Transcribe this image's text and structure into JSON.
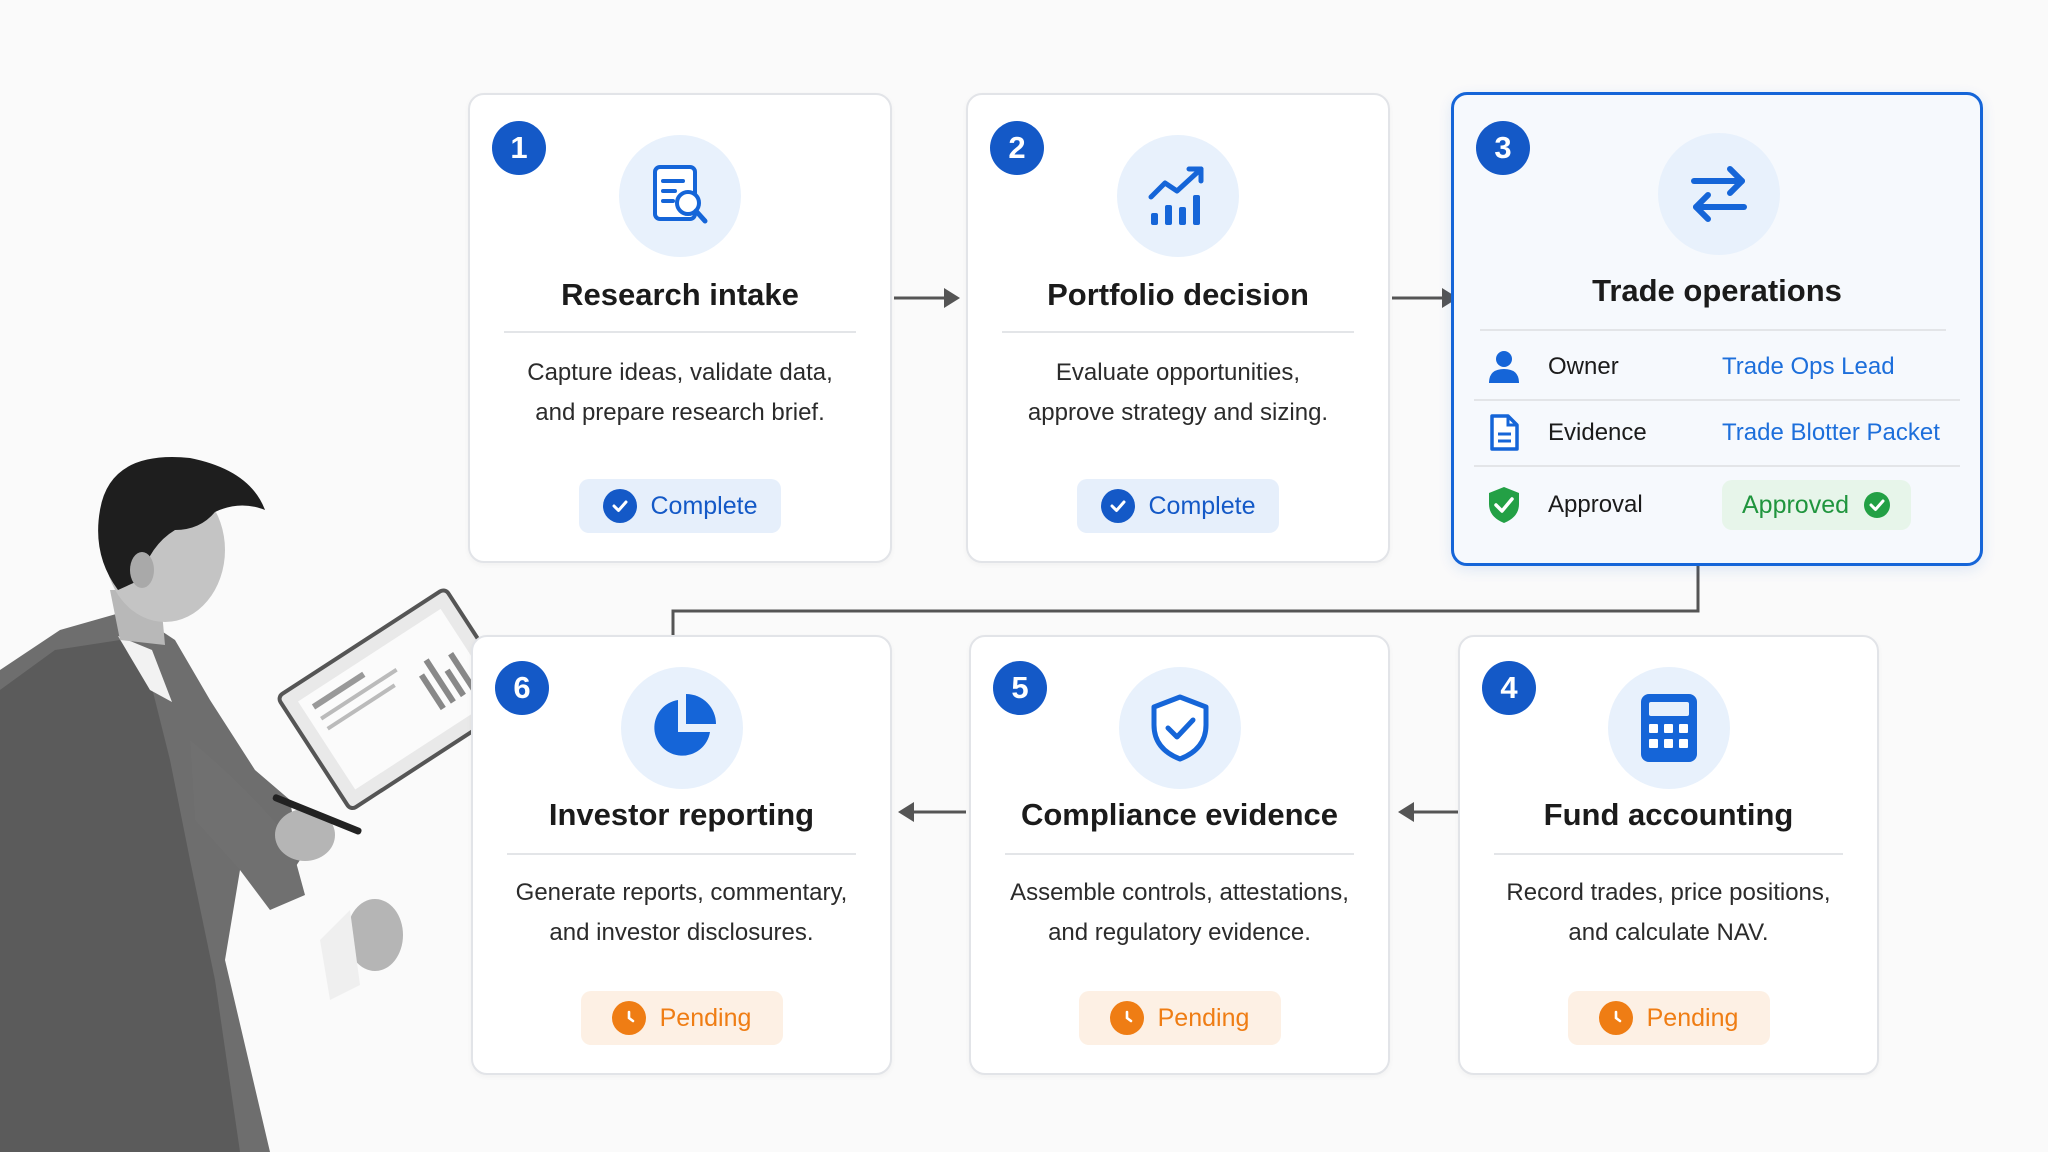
{
  "steps": [
    {
      "num": "1",
      "title": "Research intake",
      "desc1": "Capture ideas, validate data,",
      "desc2": "and prepare research brief.",
      "status": "Complete"
    },
    {
      "num": "2",
      "title": "Portfolio decision",
      "desc1": "Evaluate opportunities,",
      "desc2": "approve strategy and sizing.",
      "status": "Complete"
    },
    {
      "num": "3",
      "title": "Trade operations",
      "details": [
        {
          "label": "Owner",
          "value": "Trade Ops Lead"
        },
        {
          "label": "Evidence",
          "value": "Trade Blotter Packet"
        },
        {
          "label": "Approval",
          "value": "Approved"
        }
      ]
    },
    {
      "num": "4",
      "title": "Fund accounting",
      "desc1": "Record trades, price positions,",
      "desc2": "and calculate NAV.",
      "status": "Pending"
    },
    {
      "num": "5",
      "title": "Compliance evidence",
      "desc1": "Assemble controls, attestations,",
      "desc2": "and regulatory evidence.",
      "status": "Pending"
    },
    {
      "num": "6",
      "title": "Investor reporting",
      "desc1": "Generate reports, commentary,",
      "desc2": "and investor disclosures.",
      "status": "Pending"
    }
  ],
  "icons": [
    "document-search-icon",
    "growth-chart-icon",
    "swap-arrows-icon",
    "calculator-icon",
    "shield-check-icon",
    "pie-chart-icon"
  ],
  "colors": {
    "primary": "#1459c7",
    "link": "#1d6fdb",
    "pending": "#ef7d14",
    "approved": "#20953e",
    "active_border": "#1565d8"
  }
}
